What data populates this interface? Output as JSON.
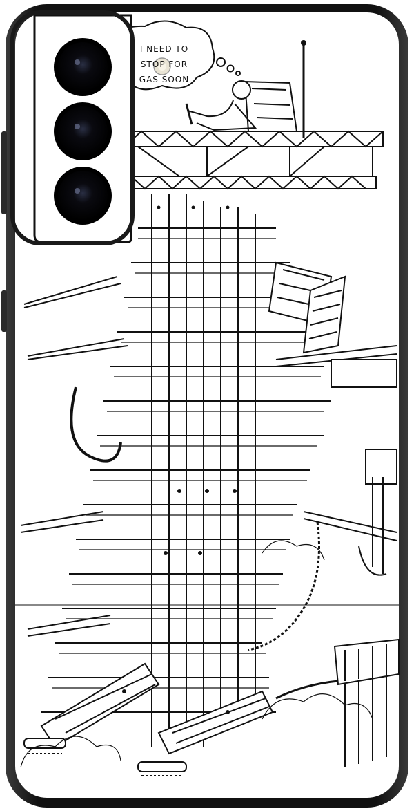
{
  "case": {
    "frame_color": "#1c1c1c",
    "skin_color": "#ffffff",
    "ink_color": "#111111",
    "lens_color": "#050505"
  },
  "illustration": {
    "thought_bubble": {
      "line1": "I NEED TO",
      "line2": "STOP FOR",
      "line3": "GAS SOON"
    }
  }
}
